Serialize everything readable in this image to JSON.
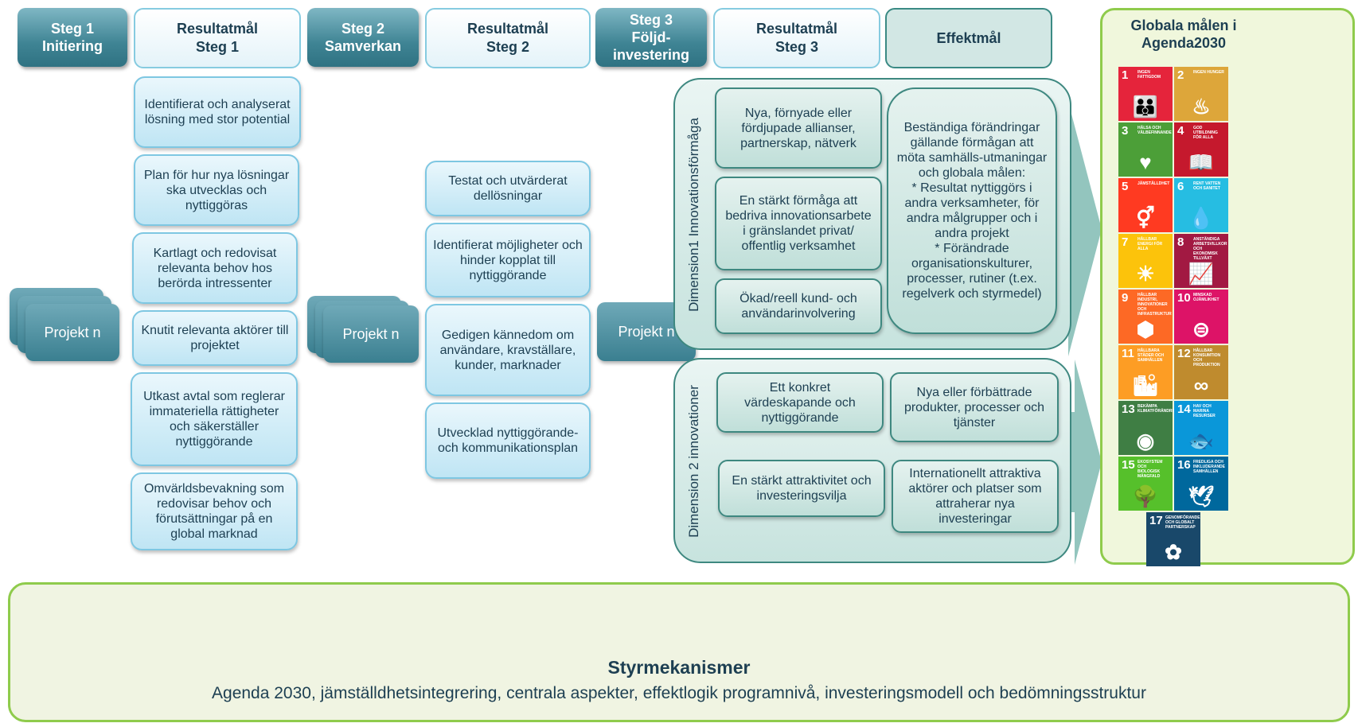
{
  "headers": {
    "steg1": "Steg 1\nInitiering",
    "res1": "Resultatmål\nSteg 1",
    "steg2": "Steg 2\nSamverkan",
    "res2": "Resultatmål\nSteg 2",
    "steg3": "Steg 3\nFöljd-\ninvestering",
    "res3": "Resultatmål\nSteg 3",
    "effekt": "Effektmål",
    "globala": "Globala målen i\nAgenda2030"
  },
  "project_label": "Projekt n",
  "res1_items": [
    "Identifierat och analyserat lösning med stor potential",
    "Plan för hur nya lösningar ska utvecklas och nyttiggöras",
    "Kartlagt och redovisat relevanta behov hos berörda intressenter",
    "Knutit relevanta aktörer till projektet",
    "Utkast avtal som reglerar immateriella rättigheter och säkerställer nyttiggörande",
    "Omvärldsbevakning som redovisar behov och förutsättningar på en global marknad"
  ],
  "res2_items": [
    "Testat och utvärderat dellösningar",
    "Identifierat möjligheter och hinder kopplat till nyttiggörande",
    "Gedigen kännedom om användare, kravställare, kunder, marknader",
    "Utvecklad nyttiggörande- och kommunikationsplan"
  ],
  "dimension1": {
    "label": "Dimension1 Innovationsförmåga",
    "results": [
      "Nya, förnyade eller fördjupade allianser, partnerskap, nätverk",
      "En stärkt förmåga att bedriva innovationsarbete i gränslandet privat/ offentlig verksamhet",
      "Ökad/reell kund- och användarinvolvering"
    ],
    "effect": "Beständiga förändringar gällande förmågan att möta samhälls-utmaningar och globala målen:\n* Resultat nyttiggörs i andra verksamheter, för andra målgrupper och i andra projekt\n* Förändrade organisationskulturer, processer, rutiner (t.ex. regelverk och styrmedel)"
  },
  "dimension2": {
    "label": "Dimension 2 innovationer",
    "results": [
      "Ett konkret värdeskapande och nyttiggörande",
      "En stärkt attraktivitet och investeringsvilja"
    ],
    "effects": [
      "Nya eller förbättrade produkter, processer och tjänster",
      "Internationellt attraktiva aktörer och platser som attraherar nya investeringar"
    ]
  },
  "sdgs": [
    {
      "n": "1",
      "t": "INGEN FATTIGDOM",
      "icon": "family-icon",
      "glyph": "👪",
      "color": "#e5243b"
    },
    {
      "n": "2",
      "t": "INGEN HUNGER",
      "icon": "bowl-icon",
      "glyph": "♨",
      "color": "#dda63a"
    },
    {
      "n": "3",
      "t": "HÄLSA OCH VÄLBEFINNANDE",
      "icon": "heartbeat-icon",
      "glyph": "♥",
      "color": "#4c9f38"
    },
    {
      "n": "4",
      "t": "GOD UTBILDNING FÖR ALLA",
      "icon": "book-icon",
      "glyph": "📖",
      "color": "#c5192d"
    },
    {
      "n": "5",
      "t": "JÄMSTÄLLDHET",
      "icon": "gender-icon",
      "glyph": "⚥",
      "color": "#ff3a21"
    },
    {
      "n": "6",
      "t": "RENT VATTEN OCH SANITET",
      "icon": "water-drop-icon",
      "glyph": "💧",
      "color": "#26bde2"
    },
    {
      "n": "7",
      "t": "HÅLLBAR ENERGI FÖR ALLA",
      "icon": "sun-icon",
      "glyph": "☀",
      "color": "#fcc30b"
    },
    {
      "n": "8",
      "t": "ANSTÄNDIGA ARBETSVILLKOR OCH EKONOMISK TILLVÄXT",
      "icon": "growth-chart-icon",
      "glyph": "📈",
      "color": "#a21942"
    },
    {
      "n": "9",
      "t": "HÅLLBAR INDUSTRI, INNOVATIONER OCH INFRASTRUKTUR",
      "icon": "cubes-icon",
      "glyph": "⬢",
      "color": "#fd6925"
    },
    {
      "n": "10",
      "t": "MINSKAD OJÄMLIKHET",
      "icon": "equal-icon",
      "glyph": "⊜",
      "color": "#dd1367"
    },
    {
      "n": "11",
      "t": "HÅLLBARA STÄDER OCH SAMHÄLLEN",
      "icon": "city-icon",
      "glyph": "🏙",
      "color": "#fd9d24"
    },
    {
      "n": "12",
      "t": "HÅLLBAR KONSUMTION OCH PRODUKTION",
      "icon": "infinity-icon",
      "glyph": "∞",
      "color": "#bf8b2e"
    },
    {
      "n": "13",
      "t": "BEKÄMPA KLIMATFÖRÄNDRINGEN",
      "icon": "eye-globe-icon",
      "glyph": "◉",
      "color": "#3f7e44"
    },
    {
      "n": "14",
      "t": "HAV OCH MARINA RESURSER",
      "icon": "fish-icon",
      "glyph": "🐟",
      "color": "#0a97d9"
    },
    {
      "n": "15",
      "t": "EKOSYSTEM OCH BIOLOGISK MÅNGFALD",
      "icon": "tree-icon",
      "glyph": "🌳",
      "color": "#56c02b"
    },
    {
      "n": "16",
      "t": "FREDLIGA OCH INKLUDERANDE SAMHÄLLEN",
      "icon": "dove-icon",
      "glyph": "🕊",
      "color": "#00689d"
    },
    {
      "n": "17",
      "t": "GENOMFÖRANDE OCH GLOBALT PARTNERSKAP",
      "icon": "flower-icon",
      "glyph": "✿",
      "color": "#19486a"
    }
  ],
  "styrmekanismer": {
    "title": "Styrmekanismer",
    "text": "Agenda 2030, jämställdhetsintegrering, centrala aspekter, effektlogik programnivå, investeringsmodell och bedömningsstruktur"
  }
}
